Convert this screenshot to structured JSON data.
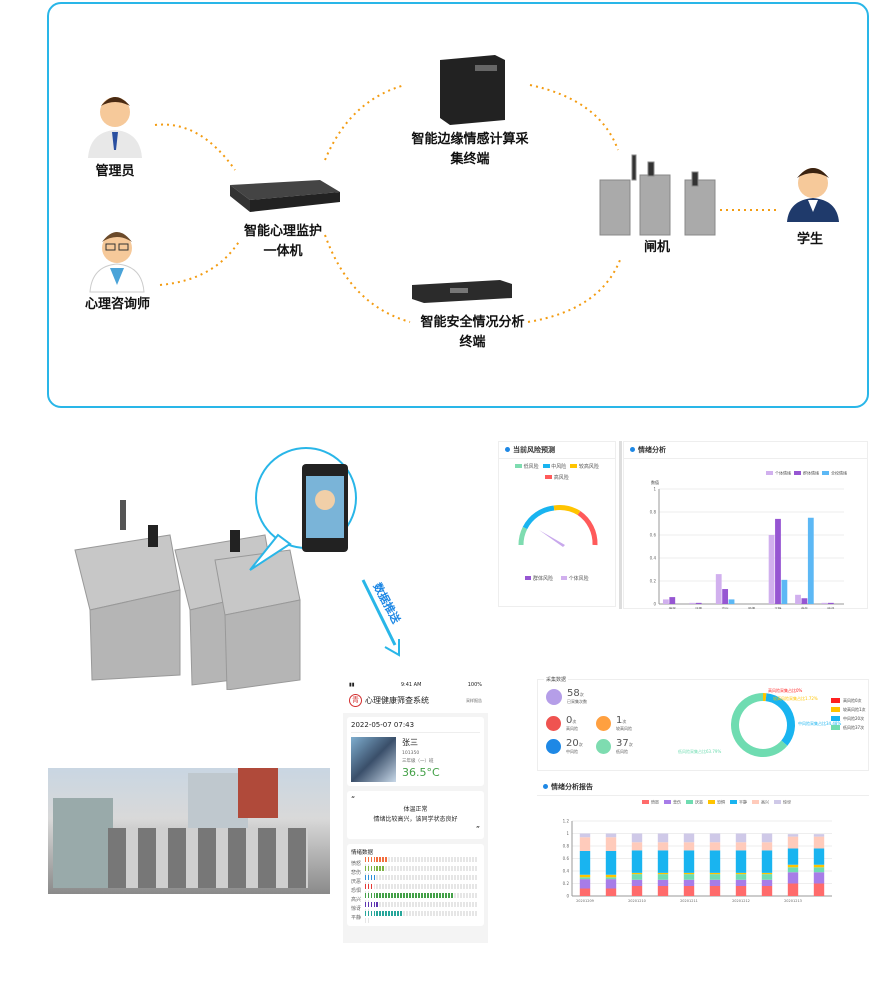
{
  "diagram": {
    "nodes": {
      "admin": "管理员",
      "counselor": "心理咨询师",
      "monitor": "智能心理监护一体机",
      "edge": "智能边缘情感计算采集终端",
      "safety": "智能安全情况分析终端",
      "gate": "闸机",
      "student": "学生"
    },
    "arrow_label": "数据推送",
    "accent": "#29b6e8",
    "connector": "#f39c12"
  },
  "phone": {
    "status_time": "9:41 AM",
    "battery": "100%",
    "app_title": "心理健康筛查系统",
    "report_label": "采样报告",
    "datetime": "2022-05-07  07:43",
    "name": "张三",
    "id": "101350",
    "class": "三年级（一）班",
    "temperature": "36.5°C",
    "temp_status": "体温正常",
    "comment": "情绪比较高兴，该同学状态良好",
    "emotion_title": "情绪数据",
    "emotions": [
      {
        "label": "愤怒",
        "value": 8,
        "color": "#f26d3d"
      },
      {
        "label": "悲伤",
        "value": 7,
        "color": "#7cb342"
      },
      {
        "label": "厌恶",
        "value": 4,
        "color": "#2e8fd8"
      },
      {
        "label": "恐惧",
        "value": 3,
        "color": "#e53935"
      },
      {
        "label": "高兴",
        "value": 30,
        "color": "#43a047"
      },
      {
        "label": "惊讶",
        "value": 5,
        "color": "#5e35b1"
      },
      {
        "label": "平静",
        "value": 13,
        "color": "#26a69a"
      }
    ]
  },
  "risk_panel": {
    "title": "当前风险预测",
    "legend": [
      "低风险",
      "中风险",
      "较高风险",
      "高风险"
    ],
    "legend2": [
      "群体风险",
      "个体风险"
    ]
  },
  "collection": {
    "title": "采集数据",
    "total": "58",
    "total_label": "已采集次数",
    "unit": "次",
    "items": [
      {
        "value": "0",
        "label": "高风险",
        "color": "#ef5350"
      },
      {
        "value": "1",
        "label": "较高风险",
        "color": "#ffa040"
      },
      {
        "value": "20",
        "label": "中风险",
        "color": "#1e88e5"
      },
      {
        "value": "37",
        "label": "低风险",
        "color": "#7edcb0"
      }
    ],
    "donut_labels": [
      "高风险采集占比0%",
      "较高风险采集占比1.72%",
      "中风险采集占比34.48%",
      "低风险采集占比63.79%"
    ],
    "donut_legend": [
      "高风险0次",
      "较高风险1次",
      "中风险20次",
      "低风险37次"
    ]
  },
  "chart_data": [
    {
      "type": "bar",
      "title": "情绪分析",
      "ylabel": "数值",
      "ylim": [
        0,
        1
      ],
      "yticks": [
        "0",
        "0.2",
        "0.4",
        "0.6",
        "0.8",
        "1"
      ],
      "categories": [
        "愤怒",
        "厌恶",
        "高兴",
        "恐惧",
        "平静",
        "悲伤",
        "惊讶"
      ],
      "series": [
        {
          "name": "个体情绪",
          "color": "#d1b0ee",
          "values": [
            0.04,
            0.01,
            0.26,
            0,
            0.6,
            0.08,
            0.01
          ]
        },
        {
          "name": "群体情绪",
          "color": "#9656d2",
          "values": [
            0.06,
            0.01,
            0.13,
            0,
            0.74,
            0.05,
            0.01
          ]
        },
        {
          "name": "全校情绪",
          "color": "#5cb8f5",
          "values": [
            0,
            0,
            0.04,
            0,
            0.21,
            0.75,
            0
          ]
        }
      ]
    },
    {
      "type": "bar",
      "stacked": true,
      "title": "情绪分析报告",
      "ylim": [
        0,
        1.2
      ],
      "yticks": [
        "0",
        "0.2",
        "0.4",
        "0.6",
        "0.8",
        "1",
        "1.2"
      ],
      "categories": [
        "20201209",
        "",
        "20201210",
        "",
        "20201211",
        "",
        "20201212",
        "",
        "20201213",
        ""
      ],
      "series": [
        {
          "name": "愤怒",
          "color": "#ff6b6b",
          "values": [
            0.12,
            0.12,
            0.16,
            0.16,
            0.16,
            0.16,
            0.16,
            0.16,
            0.2,
            0.2
          ]
        },
        {
          "name": "悲伤",
          "color": "#a77ce8",
          "values": [
            0.15,
            0.15,
            0.1,
            0.1,
            0.1,
            0.1,
            0.1,
            0.1,
            0.18,
            0.18
          ]
        },
        {
          "name": "厌恶",
          "color": "#6fdcb1",
          "values": [
            0.03,
            0.03,
            0.09,
            0.09,
            0.09,
            0.09,
            0.09,
            0.09,
            0.08,
            0.08
          ]
        },
        {
          "name": "恐惧",
          "color": "#ffc400",
          "values": [
            0.04,
            0.04,
            0.02,
            0.02,
            0.02,
            0.02,
            0.02,
            0.02,
            0.04,
            0.04
          ]
        },
        {
          "name": "平静",
          "color": "#19b4f0",
          "values": [
            0.38,
            0.38,
            0.36,
            0.36,
            0.36,
            0.36,
            0.36,
            0.36,
            0.26,
            0.26
          ]
        },
        {
          "name": "高兴",
          "color": "#ffcbbb",
          "values": [
            0.22,
            0.22,
            0.13,
            0.13,
            0.13,
            0.13,
            0.13,
            0.13,
            0.19,
            0.19
          ]
        },
        {
          "name": "惊讶",
          "color": "#cfc9e8",
          "values": [
            0.06,
            0.06,
            0.14,
            0.14,
            0.14,
            0.14,
            0.14,
            0.14,
            0.04,
            0.04
          ]
        }
      ]
    }
  ]
}
